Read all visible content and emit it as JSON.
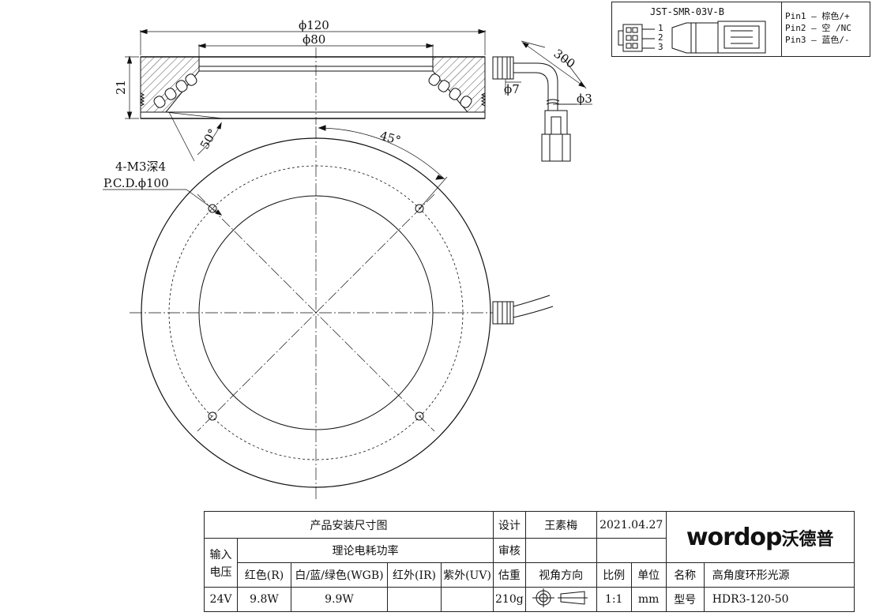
{
  "dimensions": {
    "outer_dia": "ϕ120",
    "inner_dia": "ϕ80",
    "height": "21",
    "angle_beam": "50°",
    "cable_length": "300",
    "cable_outer": "ϕ7",
    "cable_inner": "ϕ3",
    "bolt_angle": "45°",
    "thread": "4-M3深4",
    "pcd": "P.C.D.ϕ100"
  },
  "connector": {
    "model": "JST-SMR-03V-B",
    "pin_numbers": [
      "1",
      "2",
      "3"
    ],
    "pins": [
      "Pin1 — 棕色/+",
      "Pin2 — 空 /NC",
      "Pin3 — 蓝色/-"
    ]
  },
  "title_block": {
    "drawing_title": "产品安装尺寸图",
    "design_label": "设计",
    "designer": "王素梅",
    "date": "2021.04.27",
    "power_title": "理论电耗功率",
    "review_label": "审核",
    "input_label": "输入",
    "voltage_label": "电压",
    "col_red": "红色(R)",
    "col_wgb": "白/蓝/绿色(WGB)",
    "col_ir": "红外(IR)",
    "col_uv": "紫外(UV)",
    "weight_label": "估重",
    "view_label": "视角方向",
    "scale_label": "比例",
    "unit_label": "单位",
    "name_label": "名称",
    "product_name": "高角度环形光源",
    "voltage": "24V",
    "red_power": "9.8W",
    "wgb_power": "9.9W",
    "ir_power": "",
    "uv_power": "",
    "weight": "210g",
    "scale": "1:1",
    "unit": "mm",
    "model_label": "型号",
    "model": "HDR3-120-50",
    "logo_en": "wordop",
    "logo_cn": "沃德普"
  }
}
